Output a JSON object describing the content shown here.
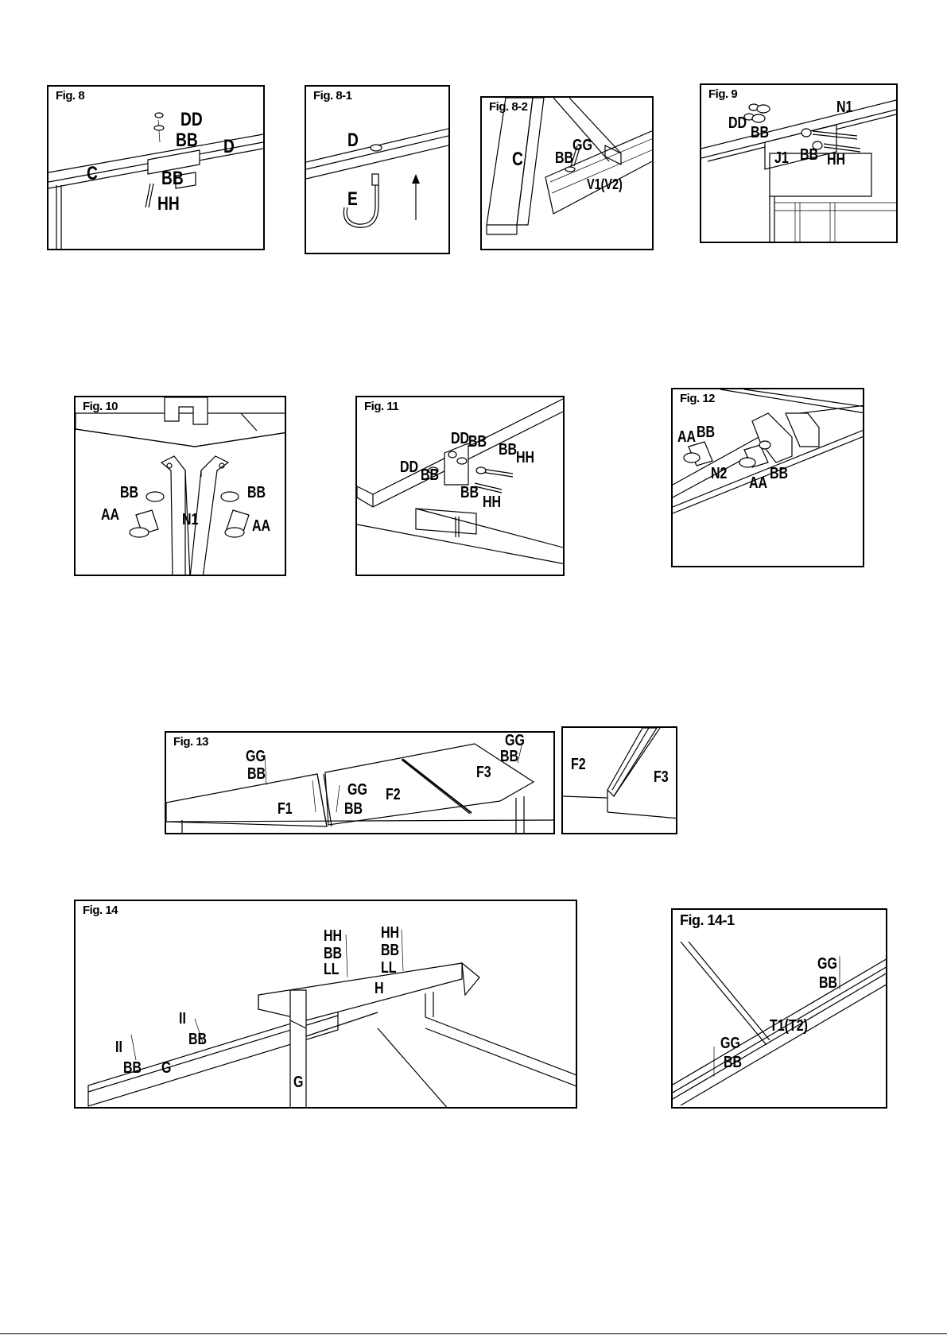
{
  "figures": {
    "fig8": {
      "title": "Fig. 8",
      "labels": {
        "dd": "DD",
        "bb1": "BB",
        "d": "D",
        "c": "C",
        "bb2": "BB",
        "hh": "HH"
      }
    },
    "fig8_1": {
      "title": "Fig. 8-1",
      "labels": {
        "d": "D",
        "e": "E"
      }
    },
    "fig8_2": {
      "title": "Fig. 8-2",
      "labels": {
        "gg": "GG",
        "bb": "BB",
        "c": "C",
        "v": "V1(V2)"
      }
    },
    "fig9": {
      "title": "Fig. 9",
      "labels": {
        "n1": "N1",
        "dd": "DD",
        "bb1": "BB",
        "j1": "J1",
        "bb2": "BB",
        "hh": "HH"
      }
    },
    "fig10": {
      "title": "Fig. 10",
      "labels": {
        "bb1": "BB",
        "aa1": "AA",
        "n1": "N1",
        "bb2": "BB",
        "aa2": "AA"
      }
    },
    "fig11": {
      "title": "Fig. 11",
      "labels": {
        "dd1": "DD",
        "bb1": "BB",
        "bb2": "BB",
        "hh1": "HH",
        "dd2": "DD",
        "bb3": "BB",
        "bb4": "BB",
        "hh2": "HH"
      }
    },
    "fig12": {
      "title": "Fig. 12",
      "labels": {
        "aa1": "AA",
        "bb1": "BB",
        "n2": "N2",
        "aa2": "AA",
        "bb2": "BB"
      }
    },
    "fig13": {
      "title": "Fig. 13",
      "labels": {
        "gg1": "GG",
        "bb1": "BB",
        "gg2": "GG",
        "bb2": "BB",
        "gg3": "GG",
        "bb3": "BB",
        "f1": "F1",
        "f2": "F2",
        "f3": "F3"
      }
    },
    "fig13b": {
      "title": "",
      "labels": {
        "f2": "F2",
        "f3": "F3"
      }
    },
    "fig14": {
      "title": "Fig. 14",
      "labels": {
        "hh1": "HH",
        "bb1": "BB",
        "ll1": "LL",
        "hh2": "HH",
        "bb2": "BB",
        "ll2": "LL",
        "h": "H",
        "ii1": "II",
        "bb3": "BB",
        "ii2": "II",
        "bb4": "BB",
        "g1": "G",
        "g2": "G"
      }
    },
    "fig14_1": {
      "title": "Fig. 14-1",
      "labels": {
        "gg1": "GG",
        "bb1": "BB",
        "t": "T1(T2)",
        "gg2": "GG",
        "bb2": "BB"
      }
    }
  }
}
